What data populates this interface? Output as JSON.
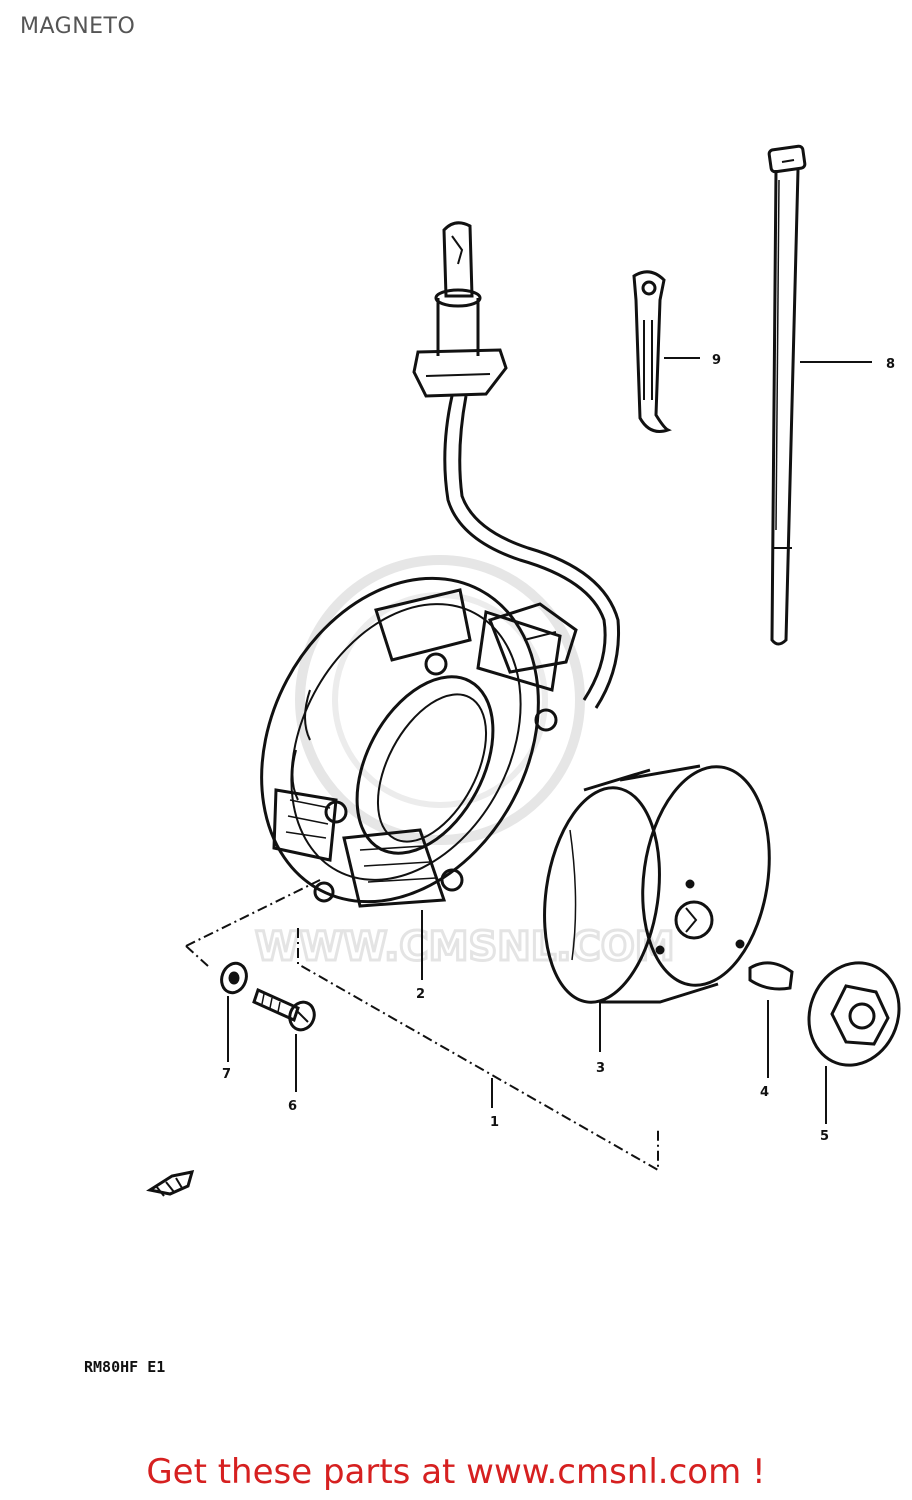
{
  "page": {
    "title": "MAGNETO"
  },
  "diagram": {
    "model_code": "RM80HF E1",
    "watermark": "WWW.CMSNL.COM",
    "callouts": [
      "1",
      "2",
      "3",
      "4",
      "5",
      "6",
      "7",
      "8",
      "9"
    ]
  },
  "footer": {
    "link_text": "Get these parts at www.cmsnl.com !"
  },
  "colors": {
    "line": "#111111",
    "footer_red": "#d62020",
    "title_gray": "#555555",
    "watermark_gray": "#e4e4e4"
  }
}
